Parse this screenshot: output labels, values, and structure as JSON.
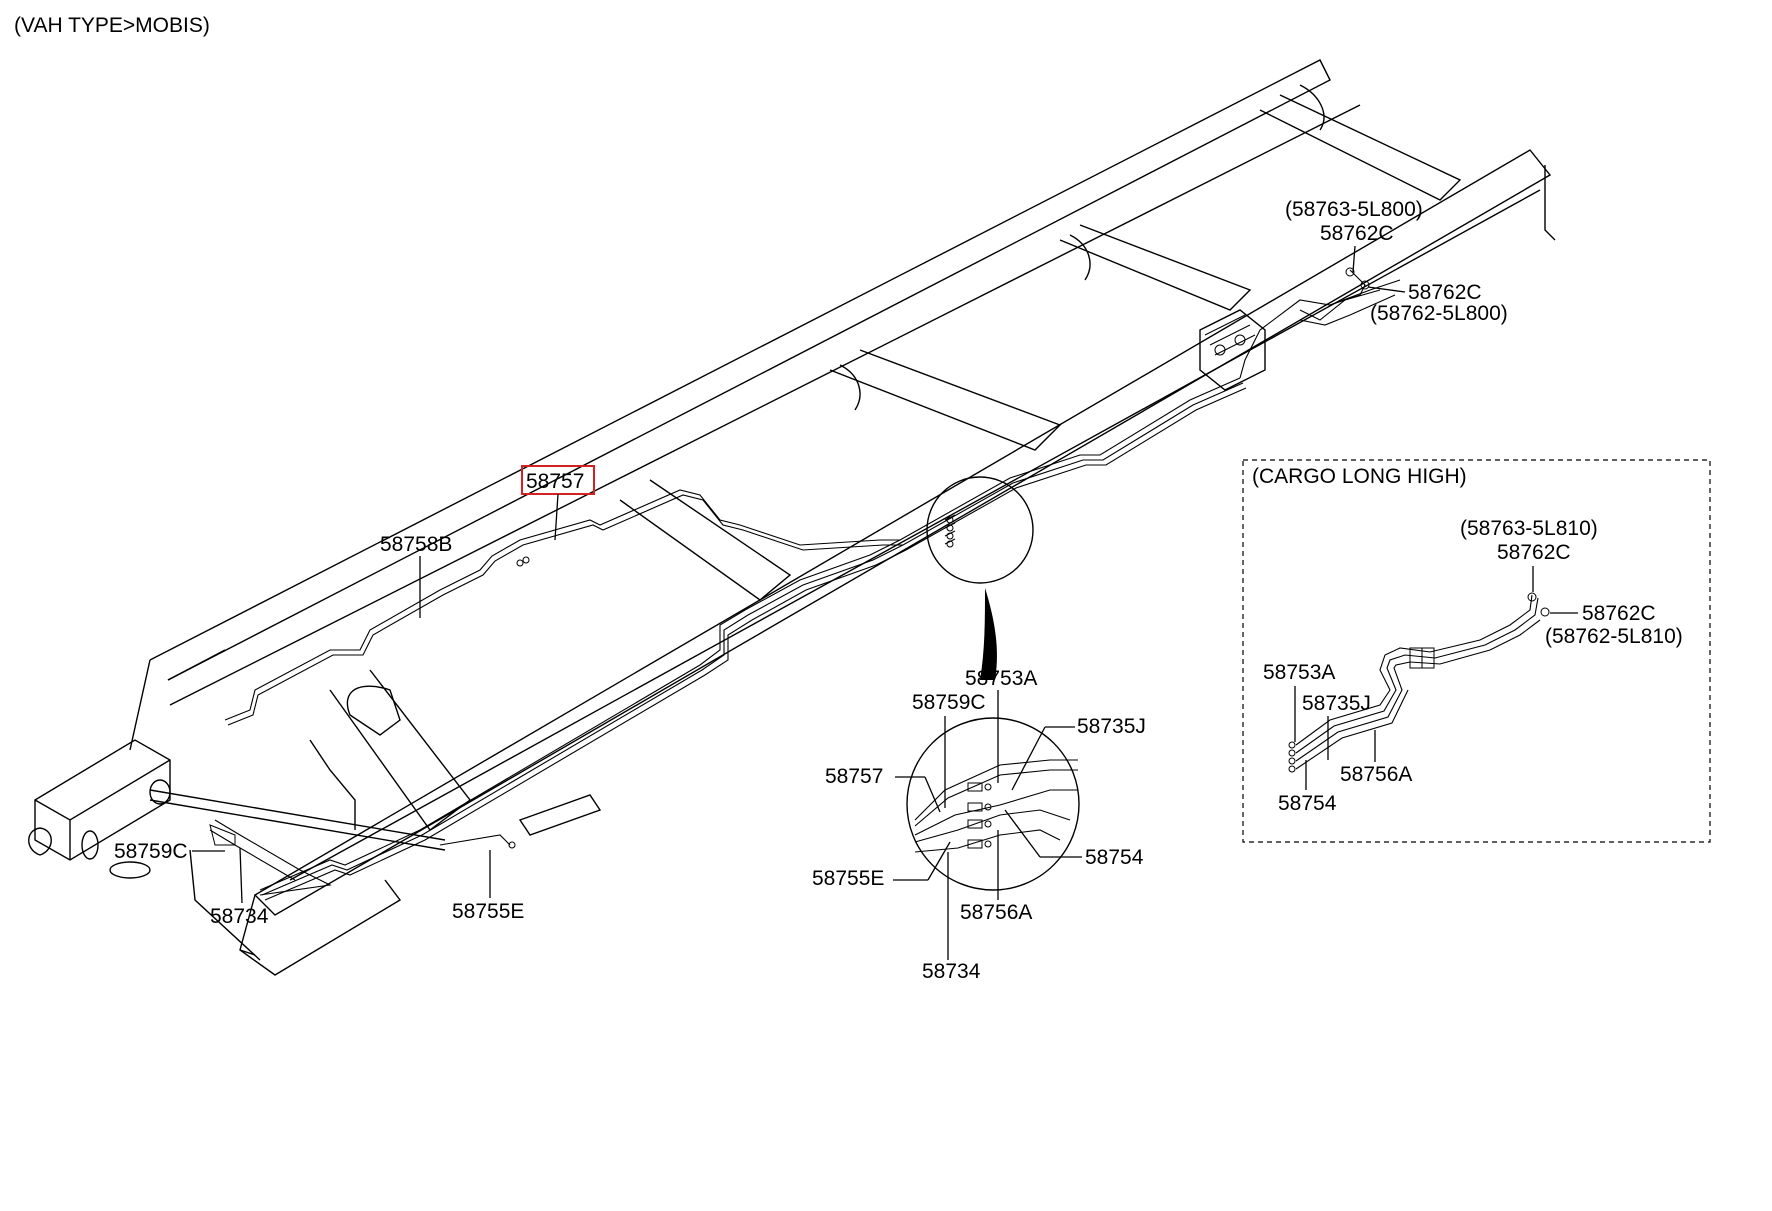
{
  "header": {
    "type_label": "(VAH TYPE>MOBIS)"
  },
  "highlight_color": "#d42020",
  "main_labels": {
    "p58757": "58757",
    "p58758b": "58758B",
    "p58759c": "58759C",
    "p58734": "58734",
    "p58755e": "58755E",
    "p58763_800": "(58763-5L800)",
    "p58762c_top": "58762C",
    "p58762c_right": "58762C",
    "p58762_800": "(58762-5L800)"
  },
  "detail_labels": {
    "p58753a": "58753A",
    "p58759c": "58759C",
    "p58735j": "58735J",
    "p58757": "58757",
    "p58754": "58754",
    "p58755e": "58755E",
    "p58756a": "58756A",
    "p58734": "58734"
  },
  "cargo_box": {
    "title": "(CARGO LONG HIGH)",
    "p58763_810": "(58763-5L810)",
    "p58762c_top": "58762C",
    "p58762c_right": "58762C",
    "p58762_810": "(58762-5L810)",
    "p58753a": "58753A",
    "p58735j": "58735J",
    "p58756a": "58756A",
    "p58754": "58754"
  }
}
